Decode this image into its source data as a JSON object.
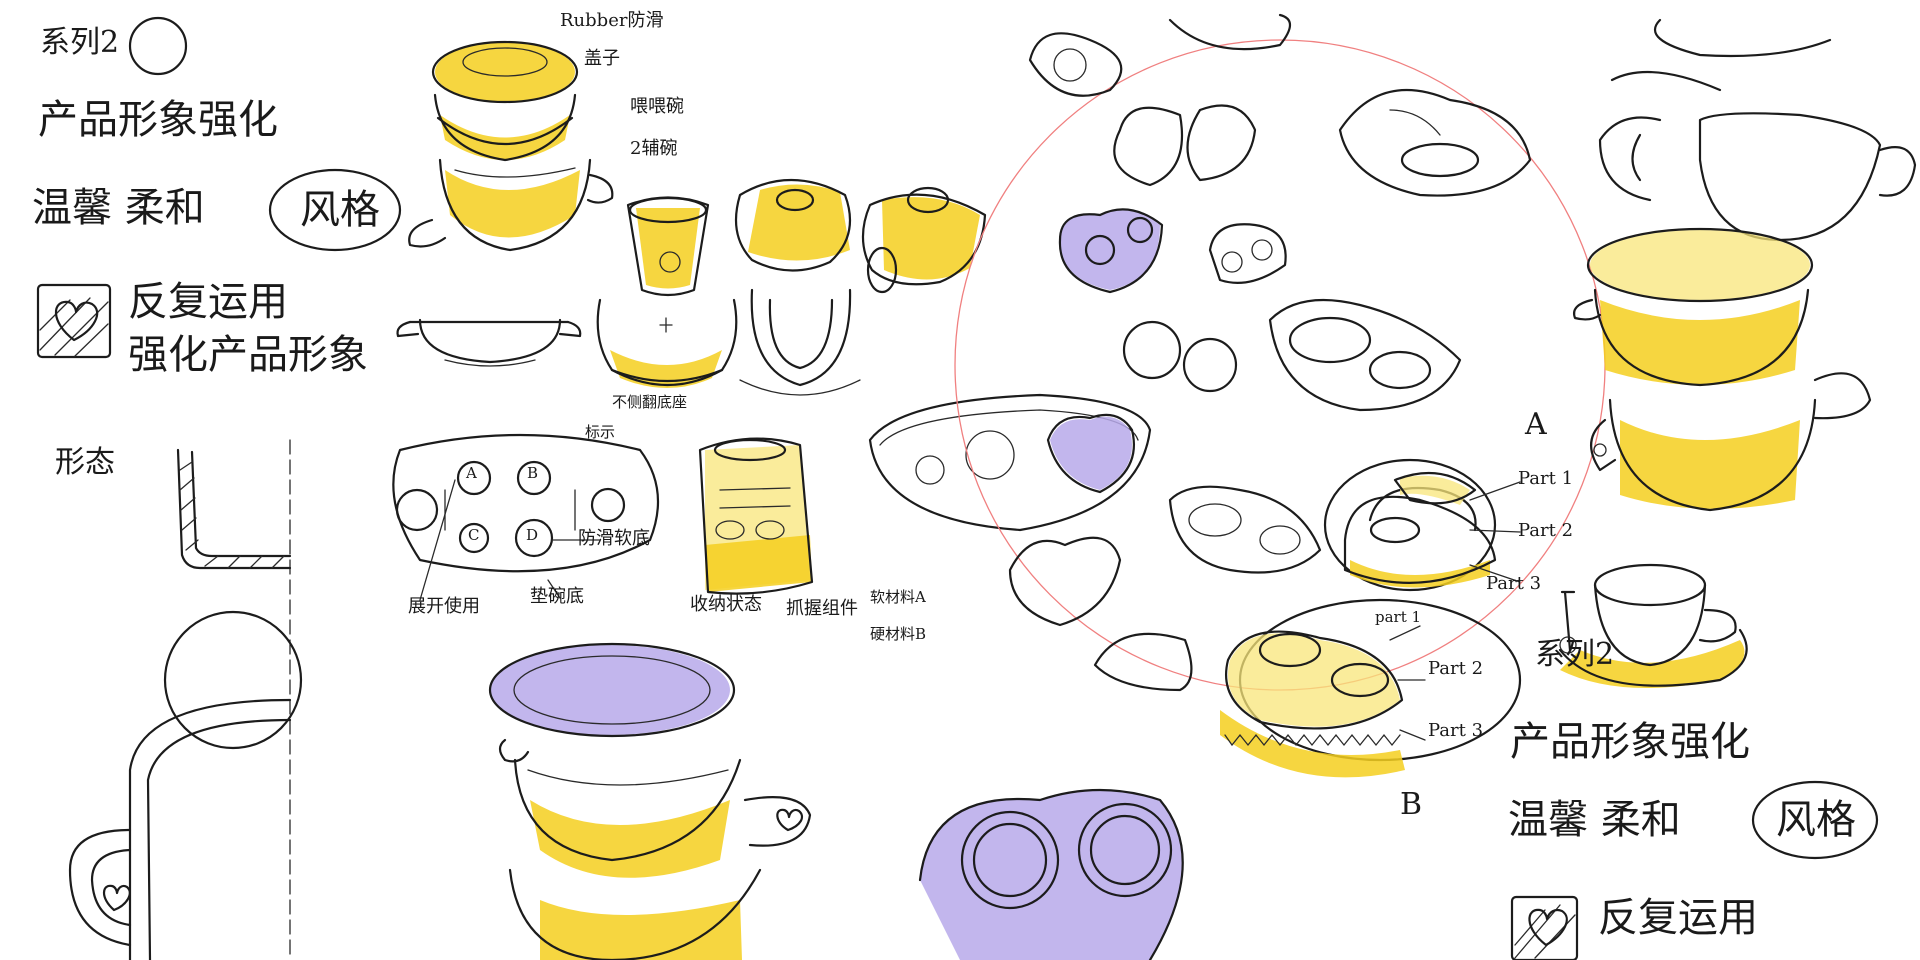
{
  "colors": {
    "paper": "#ffffff",
    "ink": "#1c1c1c",
    "marker_yellow": "#f5cf1f",
    "marker_violet": "#b7a9ea",
    "guide_red": "#f08080"
  },
  "labels": {
    "series_left": "系列2",
    "product_line1_left": "产品形象强化",
    "product_line2_left": "温馨 柔和",
    "style_circle_left": "风格",
    "heart_reuse_left": "反复运用",
    "strengthen_left": "强化产品形象",
    "form_label": "形态",
    "rubber_label": "Rubber防滑",
    "lid_label": "盖子",
    "feeding_bowl_label": "喂喂碗",
    "second_bowl_label": "2辅碗",
    "no_spill_label": "不侧翻底座",
    "number_label": "标示",
    "suction_label": "防滑软底",
    "pad_label": "垫碗底",
    "flat_use_label": "展开使用",
    "storage_label": "收纳状态",
    "combo_label": "抓握组件",
    "soft_material_label": "软材料A",
    "hard_material_label": "硬材料B",
    "slot_A": "A",
    "slot_B": "B",
    "slot_C": "C",
    "slot_D": "D",
    "view_A": "A",
    "view_B": "B",
    "part1_upper": "Part 1",
    "part2_upper": "Part 2",
    "part3_upper": "Part 3",
    "part1_lower": "part 1",
    "part2_lower": "Part 2",
    "part3_lower": "Part 3",
    "series_right": "系列2",
    "product_line1_right": "产品形象强化",
    "product_line2_right": "温馨 柔和",
    "style_circle_right": "风格",
    "heart_reuse_right": "反复运用"
  }
}
